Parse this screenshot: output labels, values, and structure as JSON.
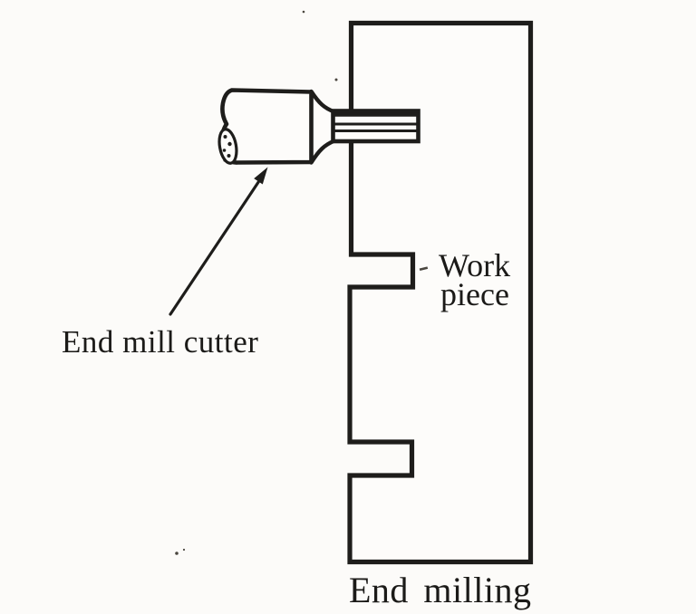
{
  "figure": {
    "type": "diagram",
    "caption": "End milling",
    "labels": {
      "cutter": "End mill cutter",
      "workpiece_line1": "Work",
      "workpiece_line2": "piece"
    },
    "colors": {
      "ink": "#1e1d1b",
      "paper": "#fcfbf9"
    }
  }
}
